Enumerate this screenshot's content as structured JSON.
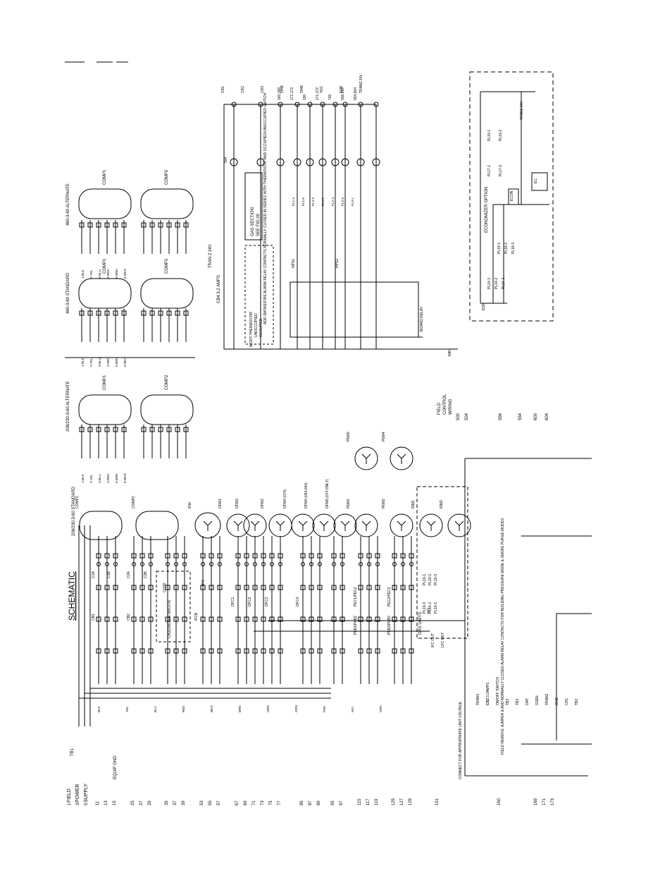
{
  "schematic": {
    "title": "SCHEMATIC",
    "left_line_numbers": [
      "1",
      "3",
      "5",
      "11",
      "13",
      "15",
      "25",
      "27",
      "29",
      "35",
      "37",
      "39",
      "53",
      "55",
      "57",
      "67",
      "69",
      "71",
      "73",
      "75",
      "77",
      "85",
      "87",
      "89",
      "95",
      "97",
      "115",
      "117",
      "119",
      "125",
      "127",
      "129",
      "151",
      "160",
      "169",
      "171",
      "173"
    ],
    "field_power_labels": [
      "FIELD",
      "POWER",
      "SUPPLY"
    ],
    "equip_gnd": "EQUIP GND",
    "tb1": "TB1",
    "cb_labels": [
      "CB1",
      "CB2",
      "CB3"
    ],
    "contactor_labels": [
      "C1A",
      "C1B",
      "C2A",
      "C2B"
    ],
    "crankcase_label": "CCH2",
    "crankcase_note": "CH2(208/230V 064,074)",
    "ifcb": "IFCB",
    "ifc": "IFC",
    "ofc_labels": [
      "OFC1",
      "OFC2",
      "OFC3",
      "OFC4"
    ],
    "pec_labels": [
      "PEC1/PEC2",
      "PEC2/PEC3"
    ],
    "peb_labels": [
      "PEB1/PEB2",
      "PEB2/PEB3"
    ],
    "motor_std": "208/230-3-60 STANDARD",
    "motor_labels": [
      "COMP1",
      "COMP2",
      "IFM",
      "OFM1",
      "OFM3",
      "OFM2",
      "OFM4 (074)",
      "OFM4 (054,064)",
      "OFM5 (074 ONLY)",
      "PEM1",
      "PEM2",
      "PEM3",
      "PEM4",
      "IDM1",
      "IDM2"
    ],
    "gas_units": "GAS UNITS",
    "pl_labels": [
      "PL19-1",
      "PL19-2",
      "PL16-3",
      "PL19-3",
      "PL16-2",
      "PL16-1"
    ],
    "idc": "IDC",
    "ifc_out": "IFC OUT",
    "lfc_out": "LFC OUT",
    "connect_note": "CONNECT FOR APPROPRIATE UNIT VOLTAGE.",
    "field_remove_note": "FIELD REMOVE JUMPER & ADD NORMALLY CLOSED ALARM RELAY CONTACTS FOR BUILDING PRESSURE MODE & SMOKE PURGE MODES",
    "bottom_labels": [
      "TRAN1",
      "CB3 3.2AMPS",
      "ON/OFF SWITCH",
      "TB2",
      "TB3",
      "OAT",
      "SSEN",
      "TRAN2",
      "OHB",
      "CR1",
      "TB2"
    ],
    "wire_colors": [
      "BLK",
      "YEL",
      "BLU",
      "RED",
      "WHT",
      "BRN",
      "ORN",
      "GRN",
      "PNK",
      "VIO",
      "GRA"
    ],
    "alternate_labels": [
      "208/230-3-60 ALTERNATE",
      "460-3-60 STANDARD",
      "460-3-60 ALTERNATE"
    ],
    "alt_wire_labels": [
      "1-BLK",
      "2-YEL",
      "3-BLU",
      "4-RED",
      "5-BRN",
      "6-WHT"
    ]
  },
  "control": {
    "right_line_numbers": [
      "500",
      "504",
      "556",
      "554",
      "600",
      "604"
    ],
    "row_refs": [
      "160,169",
      "171,173",
      "190",
      "171,172",
      "700",
      "556,600",
      "554,604"
    ],
    "cr_labels": [
      "CR1",
      "CR2",
      "CR3",
      "OHB",
      "OHB",
      "TDC",
      "EDR",
      "TRAN2 24V"
    ],
    "gas_section": "GAS SECTION",
    "gas_section_sub": "SEE FIG.00",
    "tran2": "TRAN 2 24V",
    "cb4": "CB4 3.2 AMPS",
    "relay_note": "ADD SMOKE/FIRE ALARM RELAY CONTACTS NORMALLY CLOSED IN SERIES WITH THERMOSTAT AND OCCUPIED/UNOCCUPIED SWITCH",
    "night_thermostat": "NIGHT THERMOSTAT",
    "occupied": "OCCUPIED",
    "unoccupied": "UNOCCUPIED",
    "hps_labels": [
      "HPS1",
      "HPS2"
    ],
    "pl_labels": [
      "PL1-4",
      "PL1-6",
      "PL3-3",
      "PL3-2",
      "PL2-4",
      "PL2-6",
      "PL3-1"
    ],
    "tb4": "TB4",
    "board_relay": "BOARD RELAY",
    "field_control_wiring": [
      "FIELD",
      "CONTROL",
      "WIRING"
    ],
    "nir": "NIR1"
  },
  "economizer": {
    "title": "ECONOMIZER OPTION",
    "labels": [
      "PL15-1",
      "PL15-2",
      "PL17-1",
      "PL17-2",
      "PL18-1",
      "PL18-2",
      "PL18-3",
      "PL14-1",
      "PL14-2",
      "PL14-3",
      "ECON",
      "EC",
      "EDR",
      "TRAN3 24V"
    ]
  }
}
